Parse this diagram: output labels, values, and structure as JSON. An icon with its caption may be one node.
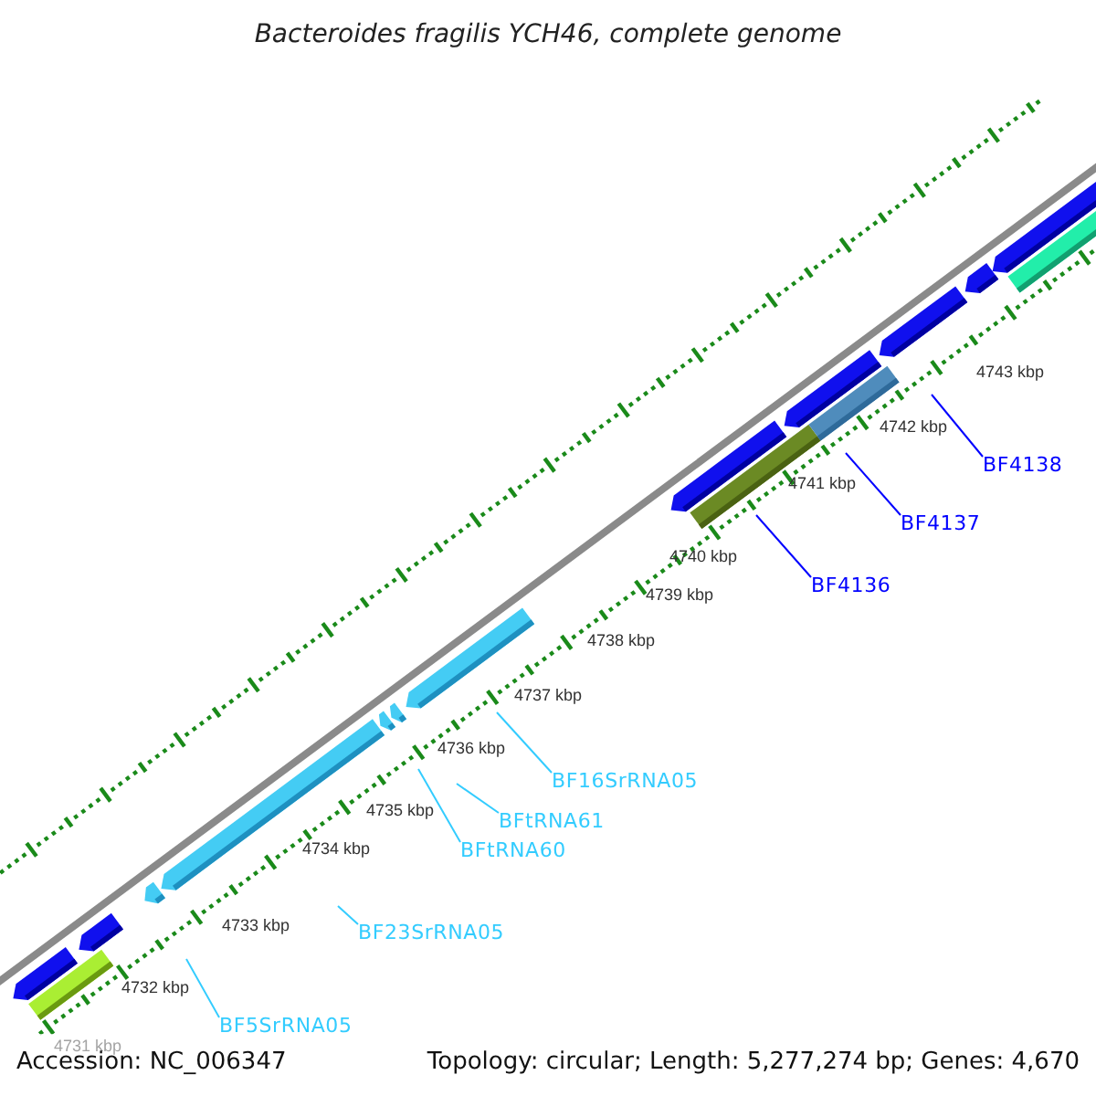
{
  "diagram": {
    "title": "Bacteroides fragilis YCH46, complete genome",
    "nodes": [
      {
        "text": [
          "BF4138"
        ]
      },
      {
        "text": [
          "BF4137"
        ]
      },
      {
        "text": [
          "BF4136"
        ]
      },
      {
        "text": [
          "BF16SrRNA05"
        ]
      },
      {
        "text": [
          "BFtRNA61"
        ]
      },
      {
        "text": [
          "BFtRNA60"
        ]
      },
      {
        "text": [
          "BF23SrRNA05"
        ]
      },
      {
        "text": [
          "BF5SrRNA05"
        ]
      }
    ],
    "edges": [
      {
        "from": 0,
        "to": null,
        "arrow": "none",
        "color": "#0000ff"
      },
      {
        "from": 1,
        "to": null,
        "arrow": "none",
        "color": "#0000ff"
      },
      {
        "from": 2,
        "to": null,
        "arrow": "none",
        "color": "#0000ff"
      },
      {
        "from": 3,
        "to": null,
        "arrow": "none"
      },
      {
        "from": 4,
        "to": null,
        "arrow": "none"
      },
      {
        "from": 5,
        "to": null,
        "arrow": "none"
      },
      {
        "from": 6,
        "to": null,
        "arrow": "none"
      },
      {
        "from": 7,
        "to": null,
        "arrow": "none"
      }
    ],
    "labels": [
      "4743 kbp",
      "4742 kbp",
      "4741 kbp",
      "4740 kbp",
      "4739 kbp",
      "4738 kbp",
      "4737 kbp",
      "4736 kbp",
      "4735 kbp",
      "4734 kbp",
      "4733 kbp",
      "4732 kbp",
      "4731 kbp",
      "Accession: NC_006347",
      "Topology: circular; Length: 5,277,274 bp; Genes: 4,670"
    ]
  }
}
